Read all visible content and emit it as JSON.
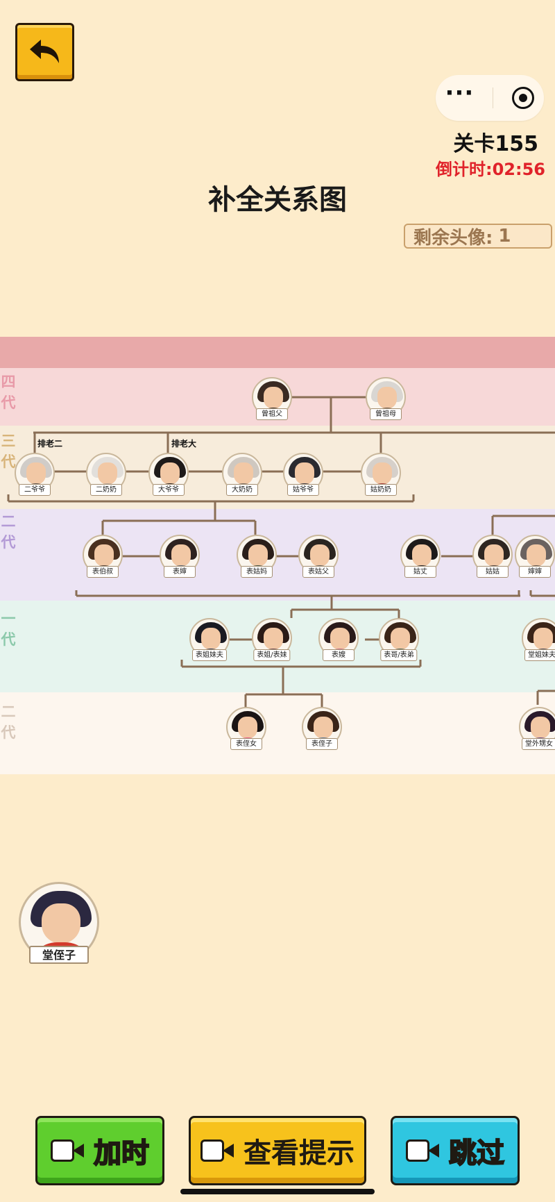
{
  "header": {
    "level": "关卡155",
    "timer": "倒计时:02:56",
    "title": "补全关系图",
    "remaining_label": "剩余头像:",
    "remaining_count": "1"
  },
  "generations": [
    "四代",
    "三代",
    "二代",
    "一代",
    "二代"
  ],
  "ranks": {
    "eldest": "排老大",
    "second": "排老二"
  },
  "nodes": {
    "great_grandfather": "曾祖父",
    "great_grandmother": "曾祖母",
    "second_grandpa": "二爷爷",
    "second_grandma": "二奶奶",
    "eldest_grandpa": "大爷爷",
    "eldest_grandma": "大奶奶",
    "aunt_grandpa": "姑爷爷",
    "aunt_grandma": "姑奶奶",
    "cousin_uncle": "表伯叔",
    "cousin_aunt_in_law": "表婶",
    "cousin_aunt": "表姑妈",
    "cousin_aunt_husband": "表姑父",
    "uncle_by_marriage": "姑丈",
    "father_sister": "姑姑",
    "partial_right_g2": "婶婶",
    "cousin_sister_husband": "表姐妹夫",
    "cousin_sister": "表姐/表妹",
    "cousin_sister_in_law": "表嫂",
    "cousin_brother": "表哥/表弟",
    "tang_sister_husband": "堂姐妹夫",
    "cousin_niece": "表侄女",
    "cousin_nephew": "表侄子",
    "tang_outside_niece": "堂外甥女"
  },
  "draggable": {
    "label": "堂侄子"
  },
  "buttons": {
    "add_time": "加时",
    "hint": "查看提示",
    "skip": "跳过"
  },
  "colors": {
    "background": "#fdeccb",
    "band_top": "#e8a9a9",
    "band_gen4": "#f7d8d8",
    "band_gen3": "#f7ecdb",
    "band_gen2": "#ece4f4",
    "band_gen1": "#e6f4ee",
    "band_genm": "#fdf6ee",
    "connector": "#8a6e55",
    "timer": "#e0222a"
  }
}
